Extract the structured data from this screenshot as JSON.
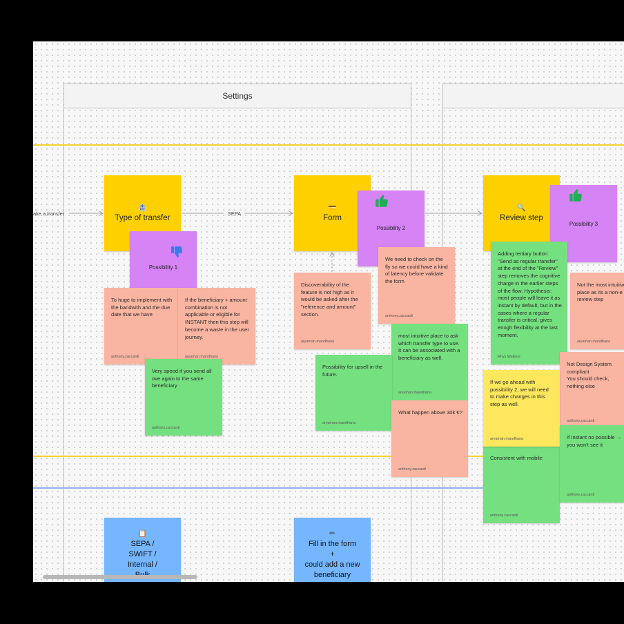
{
  "frames": [
    {
      "title": "Settings"
    }
  ],
  "connectors": {
    "make_transfer": "ake a transfer",
    "sepa": "SEPA"
  },
  "steps": {
    "type_of_transfer": {
      "label": "Type of transfer",
      "icon": "bank-icon"
    },
    "form": {
      "label": "Form",
      "icon": "card-icon"
    },
    "review_step": {
      "label": "Review step",
      "icon": "magnifier-icon"
    }
  },
  "possibilities": [
    {
      "label": "Possibility 1",
      "icon": "thumbs-down-icon"
    },
    {
      "label": "Possibility 2",
      "icon": "thumbs-up-icon"
    },
    {
      "label": "Possibility 3",
      "icon": "thumbs-up-icon"
    }
  ],
  "notes": {
    "n1": {
      "text": "To huge to implement with the bandwith and the due date that we have",
      "author": "anthony.zaccardi"
    },
    "n2": {
      "text": "If the beneficiary + amount combination is not applicable or eligible for INSTANT then this step will become a waste in the user journey.",
      "author": "aryaman.mandhana"
    },
    "n3": {
      "text": "Very speed if you send all ove again to the same beneficiary",
      "author": "anthony.zaccardi"
    },
    "n4": {
      "text": "Discoverability of the feature is not high as it would be asked after the \"reference and amount\" section.",
      "author": "aryaman.mandhana"
    },
    "n5": {
      "text": "We need to check on the fly so we could have a kind of latency before validate the form",
      "author": "anthony.zaccardi"
    },
    "n6": {
      "text": "most intuitive place to ask which transfer type to use. It can be associated with a beneficiary as well.",
      "author": "aryaman.mandhana"
    },
    "n7": {
      "text": "Possibility for upsell in the future.",
      "author": "aryaman.mandhana"
    },
    "n8": {
      "text": "What happen above 30k €?",
      "author": "anthony.zaccardi"
    },
    "n9": {
      "text": "Adding tertiary button \"Send as regular transfer\" at the end of the \"Review\" step removes the cognitive charge in the earlier steps of the flow. Hypothesis: most people will leave it as instant by default, but in the cases where a regular transfer is critical, gives enogh flexibility at the last moment.",
      "author": "Rhys Wallace"
    },
    "n10": {
      "text": "Not the most intuitive place as its a non-e review step",
      "author": "aryaman.mandhana"
    },
    "n11": {
      "text": "Not Design System compliant\nYou should check, nothing else",
      "author": "anthony.zaccardi"
    },
    "n12": {
      "text": "If we go ahead with possibility 2, we will need to make changes in this step as well.",
      "author": "aryaman.mandhana"
    },
    "n13": {
      "text": "Consistent with mobile",
      "author": "anthony.zaccardi"
    },
    "n14": {
      "text": "If Instant no possible → you won't see it",
      "author": "anthony.zaccardi"
    }
  },
  "blue_cards": [
    {
      "label": "SEPA /\nSWIFT /\nInternal /\nBulk",
      "icon": "clipboard-icon"
    },
    {
      "label": "Fill in the form\n+\ncould add a new\nbeneficiary",
      "icon": "pencil-icon"
    }
  ],
  "colors": {
    "step": "#ffd000",
    "possibility": "#d683f5",
    "salmon": "#f9b5a1",
    "green": "#75e07f",
    "light_yellow": "#fde75c",
    "blue_card": "#75b6ff",
    "lane_yellow": "#f5d430",
    "lane_blue": "#8fb2ee",
    "thumb_up": "#1fae55",
    "thumb_down": "#3b7de8"
  }
}
